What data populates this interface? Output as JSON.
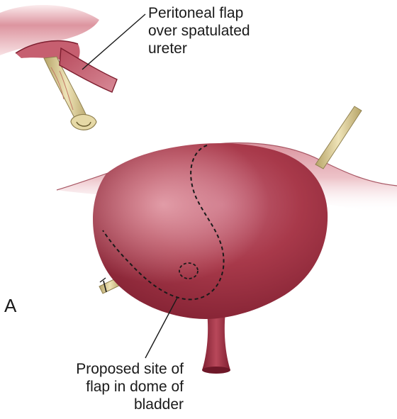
{
  "figure": {
    "panel_letter": "A",
    "labels": {
      "peritoneal_flap": [
        "Peritoneal flap",
        "over spatulated",
        "ureter"
      ],
      "proposed_site": [
        "Proposed site of",
        "flap in dome of",
        "bladder"
      ]
    },
    "colors": {
      "bladder_base": "#a8394a",
      "bladder_light": "#c4677a",
      "bladder_dark": "#7e1f30",
      "peritoneum_light": "#f0cfd3",
      "peritoneum_mid": "#d4808d",
      "ureter_cream": "#e6d9a6",
      "ureter_shadow": "#b6a468",
      "leader_line": "#1a1a1a",
      "incision_line": "#1a1a1a"
    }
  }
}
